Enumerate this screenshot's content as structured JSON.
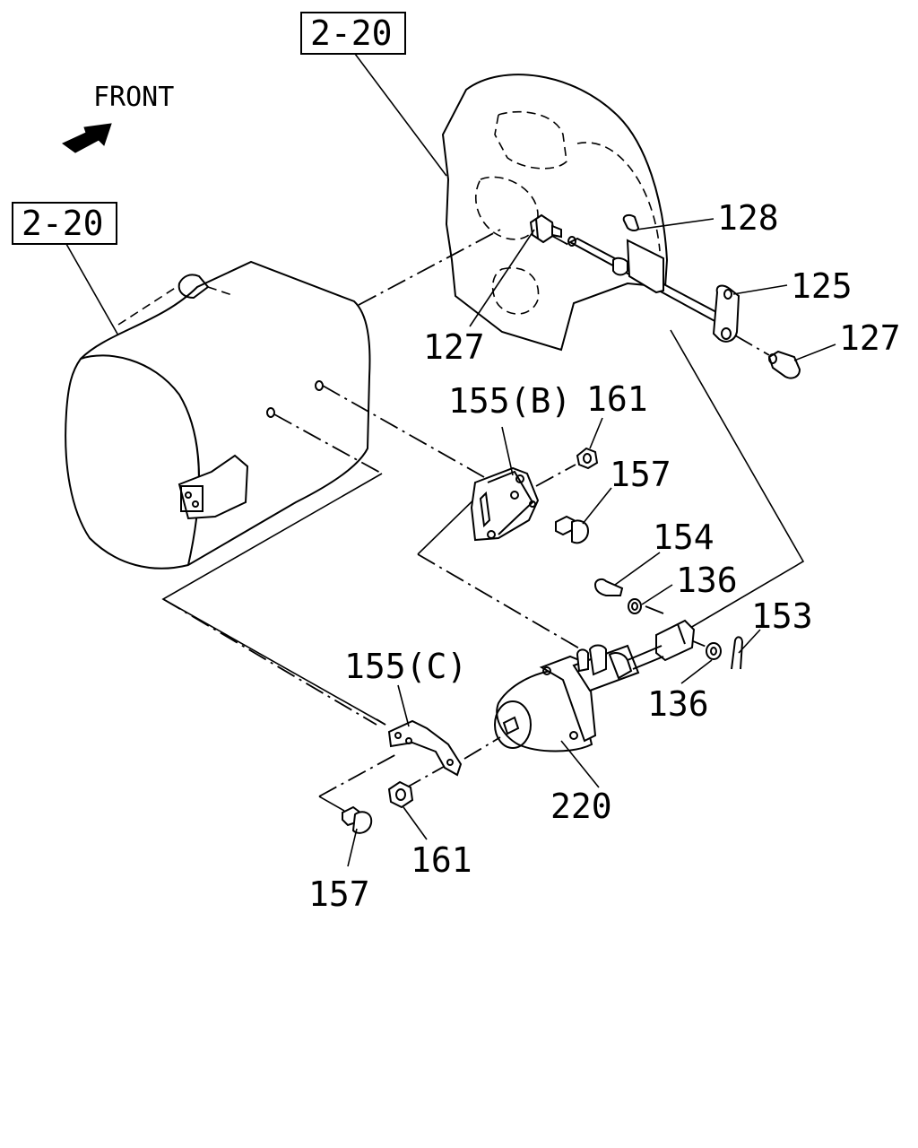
{
  "front_label": "FRONT",
  "refs": {
    "ref_top": "2-20",
    "ref_left": "2-20"
  },
  "callouts": {
    "c128": "128",
    "c125": "125",
    "c127a": "127",
    "c127b": "127",
    "c155b": "155(B)",
    "c161a": "161",
    "c157a": "157",
    "c154": "154",
    "c136a": "136",
    "c153": "153",
    "c136b": "136",
    "c155c": "155(C)",
    "c220": "220",
    "c161b": "161",
    "c157b": "157"
  }
}
